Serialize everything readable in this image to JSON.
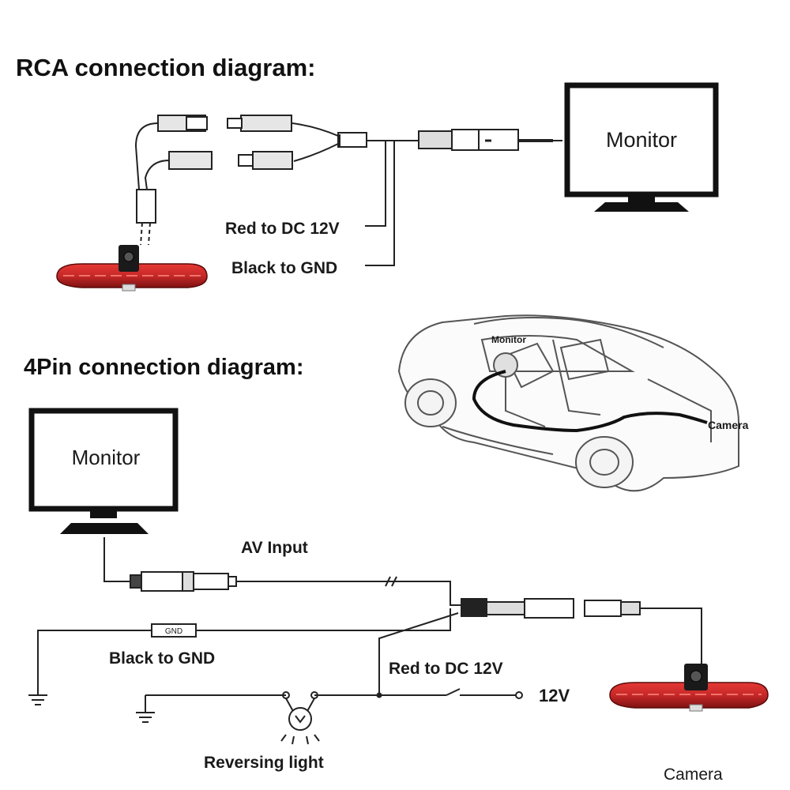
{
  "rca": {
    "title": "RCA  connection diagram:",
    "monitor_label": "Monitor",
    "red_label": "Red to DC 12V",
    "black_label": "Black to GND"
  },
  "pin4": {
    "title": "4Pin connection diagram:",
    "monitor_label": "Monitor",
    "av_input_label": "AV Input",
    "gnd_tag": "GND",
    "black_label": "Black to GND",
    "red_label": "Red to DC 12V",
    "v12_label": "12V",
    "reversing_light_label": "Reversing light",
    "camera_label": "Camera"
  },
  "car": {
    "monitor_label": "Monitor",
    "camera_label": "Camera"
  },
  "colors": {
    "camera_light_red": "#c62828",
    "line": "#1a1a1a"
  }
}
